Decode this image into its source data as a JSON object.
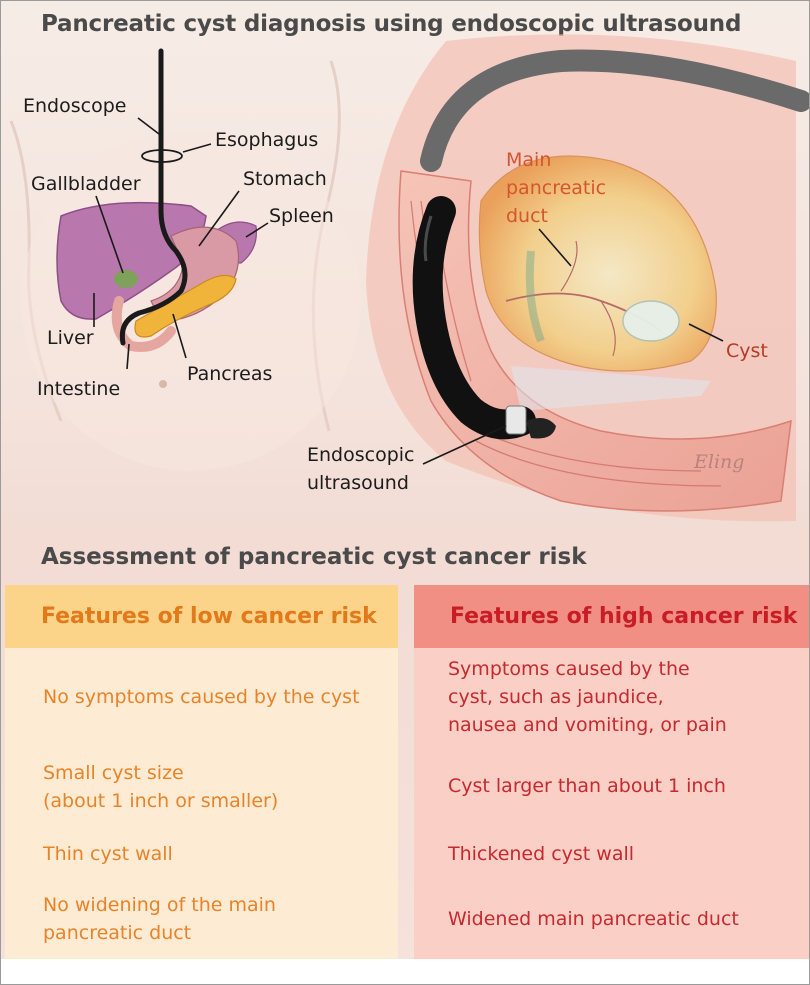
{
  "title": "Pancreatic cyst diagnosis using endoscopic ultrasound",
  "labels": {
    "endoscope": "Endoscope",
    "esophagus": "Esophagus",
    "gallbladder": "Gallbladder",
    "stomach": "Stomach",
    "spleen": "Spleen",
    "liver": "Liver",
    "intestine": "Intestine",
    "pancreas": "Pancreas",
    "main_duct_1": "Main",
    "main_duct_2": "pancreatic",
    "main_duct_3": "duct",
    "cyst": "Cyst",
    "eus_1": "Endoscopic",
    "eus_2": "ultrasound"
  },
  "signature": "Eling",
  "assessment": {
    "title": "Assessment of pancreatic cyst cancer risk",
    "low": {
      "heading": "Features of low cancer risk",
      "items": [
        [
          "No symptoms caused by the cyst"
        ],
        [
          "Small cyst size",
          "(about 1 inch or smaller)"
        ],
        [
          "Thin cyst wall"
        ],
        [
          "No widening of the main",
          "pancreatic duct"
        ]
      ]
    },
    "high": {
      "heading": "Features of high cancer risk",
      "items": [
        [
          "Symptoms caused by the",
          "cyst, such as jaundice,",
          "nausea and vomiting, or pain"
        ],
        [
          "Cyst larger than about 1 inch"
        ],
        [
          "Thickened cyst wall"
        ],
        [
          "Widened main pancreatic duct"
        ]
      ]
    }
  },
  "colors": {
    "low_header_bg": "#fbd489",
    "low_text": "#e8832a",
    "high_header_bg": "#f28f84",
    "high_text": "#c62a30"
  }
}
